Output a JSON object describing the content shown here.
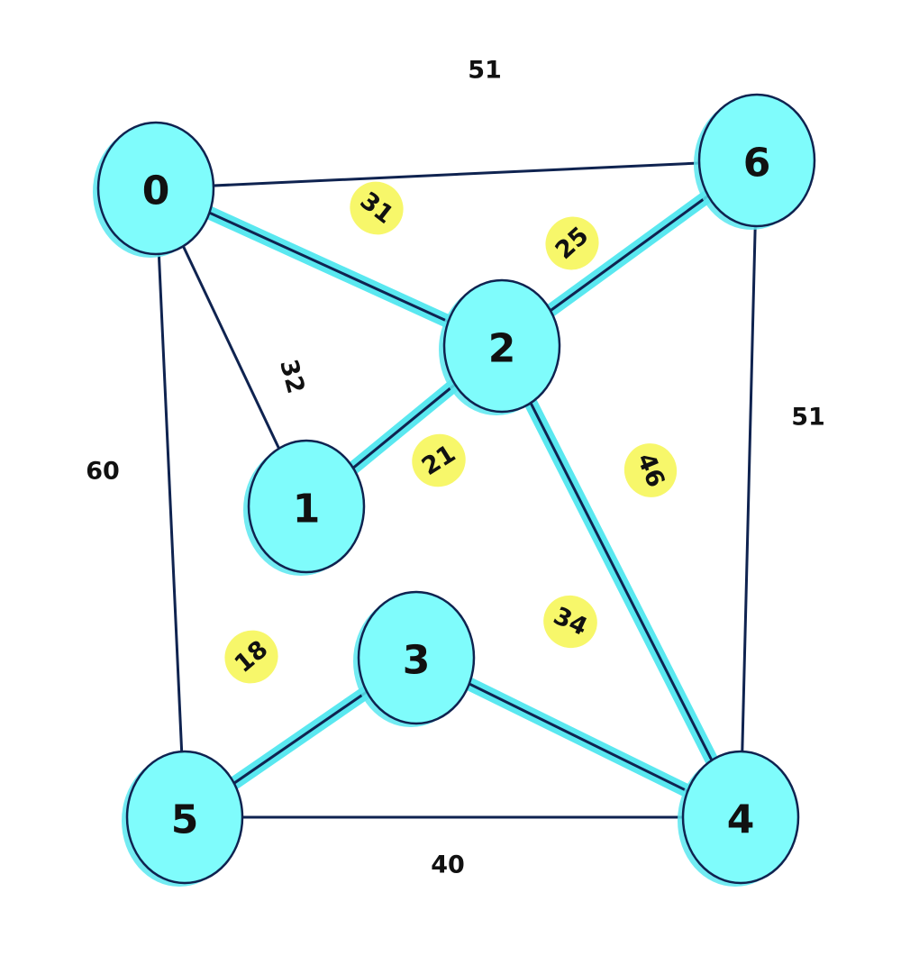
{
  "colors": {
    "node_fill": "#7ffcfc",
    "node_halo": "#5ae8f0",
    "node_outline": "#0f2350",
    "edge": "#0f2350",
    "highlight": "#5ae8f0",
    "label_badge": "#f7f76a",
    "text": "#111111"
  },
  "nodes": [
    {
      "id": "0",
      "label": "0"
    },
    {
      "id": "1",
      "label": "1"
    },
    {
      "id": "2",
      "label": "2"
    },
    {
      "id": "3",
      "label": "3"
    },
    {
      "id": "4",
      "label": "4"
    },
    {
      "id": "5",
      "label": "5"
    },
    {
      "id": "6",
      "label": "6"
    }
  ],
  "edges": [
    {
      "from": "0",
      "to": "6",
      "weight": "51",
      "highlighted": false
    },
    {
      "from": "0",
      "to": "2",
      "weight": "31",
      "highlighted": true
    },
    {
      "from": "0",
      "to": "1",
      "weight": "32",
      "highlighted": false
    },
    {
      "from": "0",
      "to": "5",
      "weight": "60",
      "highlighted": false
    },
    {
      "from": "2",
      "to": "6",
      "weight": "25",
      "highlighted": true
    },
    {
      "from": "1",
      "to": "2",
      "weight": "21",
      "highlighted": true
    },
    {
      "from": "2",
      "to": "4",
      "weight": "46",
      "highlighted": true
    },
    {
      "from": "6",
      "to": "4",
      "weight": "51",
      "highlighted": false
    },
    {
      "from": "3",
      "to": "4",
      "weight": "34",
      "highlighted": true
    },
    {
      "from": "5",
      "to": "3",
      "weight": "18",
      "highlighted": true
    },
    {
      "from": "5",
      "to": "4",
      "weight": "40",
      "highlighted": false
    }
  ]
}
